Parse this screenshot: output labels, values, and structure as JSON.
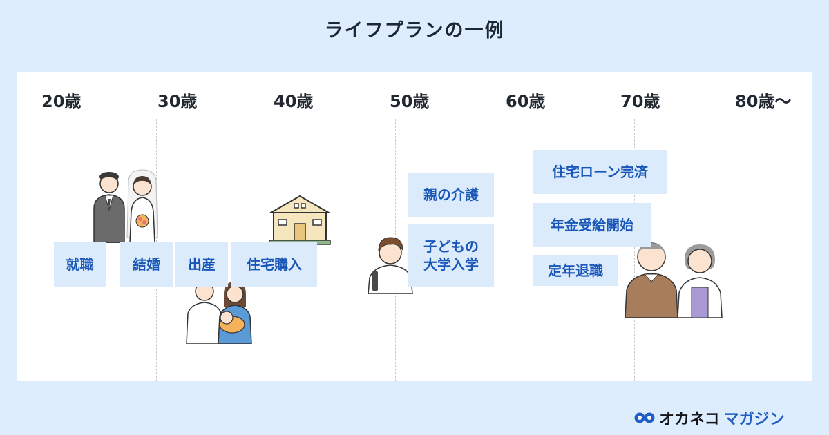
{
  "title": "ライフプランの一例",
  "timeline": {
    "ages": [
      "20歳",
      "30歳",
      "40歳",
      "50歳",
      "60歳",
      "70歳",
      "80歳〜"
    ]
  },
  "events": {
    "shushoku": "就職",
    "kekkon": "結婚",
    "shussan": "出産",
    "jutaku_konyu": "住宅購入",
    "oya_kaigo": "親の介護",
    "kodomo_daigaku": "子どもの\n大学入学",
    "loan_kansai": "住宅ローン完済",
    "nenkin": "年金受給開始",
    "teinen": "定年退職"
  },
  "brand": {
    "part1": "オカネコ",
    "part2": "マガジン"
  },
  "colors": {
    "background": "#deedfd",
    "event_box": "#dcebfb",
    "event_text": "#1857b8"
  }
}
